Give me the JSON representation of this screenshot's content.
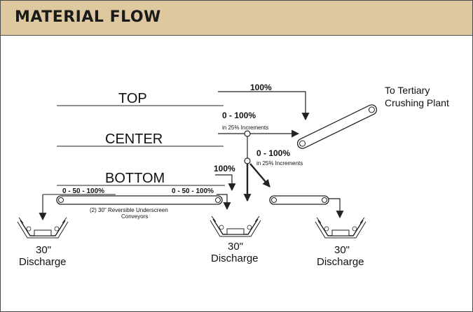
{
  "header": {
    "title": "MATERIAL FLOW"
  },
  "tiers": {
    "top": "TOP",
    "center": "CENTER",
    "bottom": "BOTTOM"
  },
  "flows": {
    "top_pct": "100%",
    "center_pct": "0 - 100%",
    "center_note": "in 25% Increments",
    "split_pct": "0 - 100%",
    "split_note": "in 25% Increments",
    "bottom_pct": "100%",
    "left_range": "0 - 50 - 100%",
    "right_range": "0 - 50 - 100%"
  },
  "tertiary": {
    "line1": "To Tertiary",
    "line2": "Crushing Plant"
  },
  "conveyor_note": {
    "line1": "(2) 30\" Reversible Underscreen",
    "line2": "Conveyors"
  },
  "discharges": [
    {
      "size": "30\"",
      "label": "Discharge"
    },
    {
      "size": "30\"",
      "label": "Discharge"
    },
    {
      "size": "30\"",
      "label": "Discharge"
    }
  ]
}
